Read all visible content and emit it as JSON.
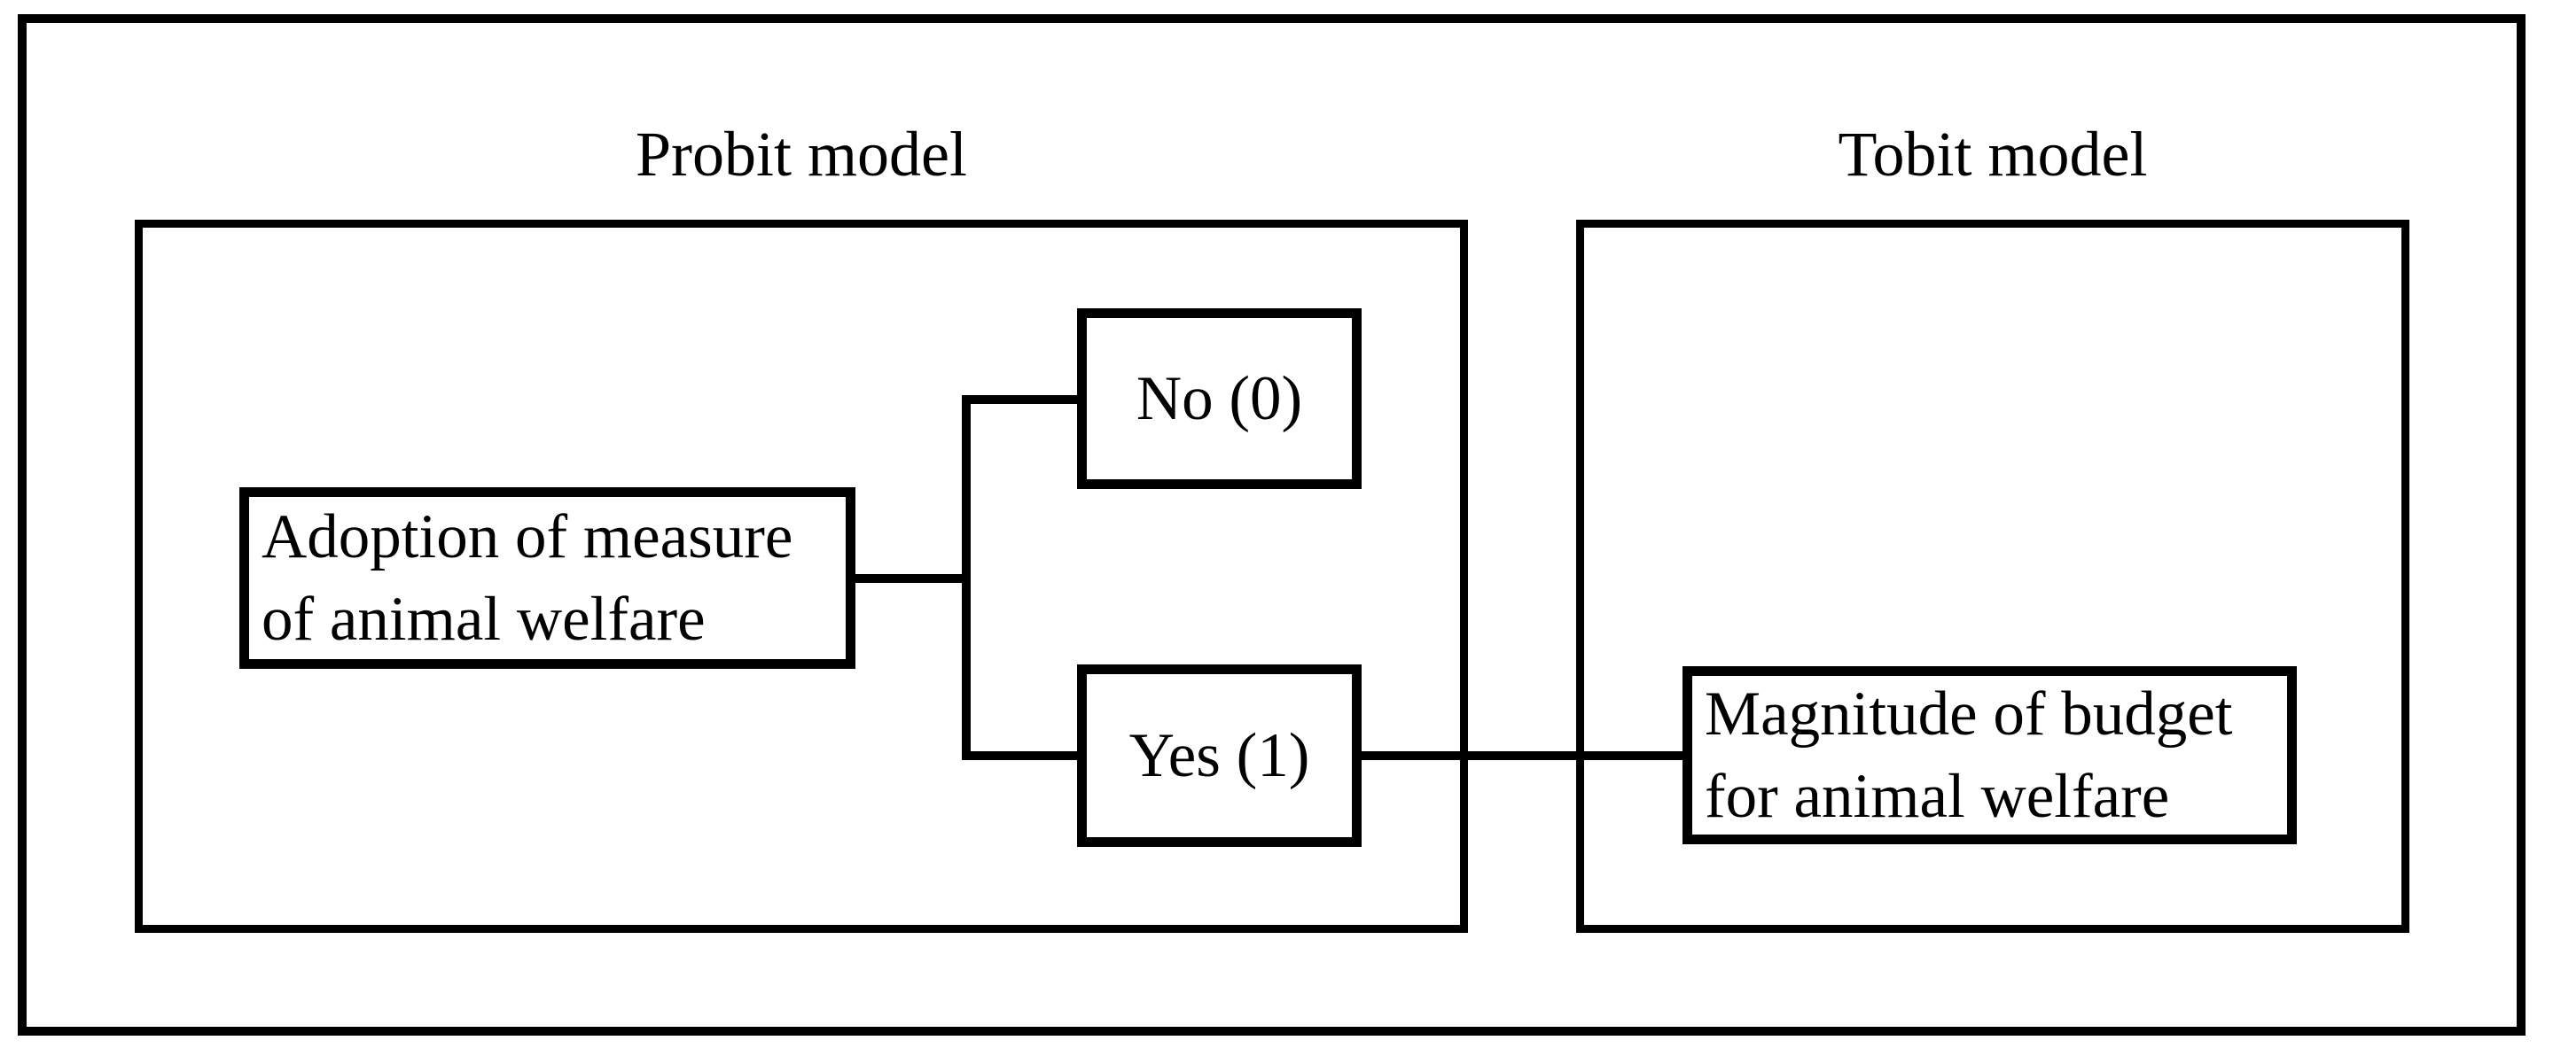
{
  "figure": {
    "background_color": "#ffffff",
    "stroke_color": "#000000",
    "sections": {
      "probit": {
        "title": "Probit model"
      },
      "tobit": {
        "title": "Tobit model"
      }
    },
    "nodes": {
      "adoption": {
        "lines": [
          "Adoption of measure",
          "of animal welfare"
        ]
      },
      "no": {
        "label": "No (0)"
      },
      "yes": {
        "label": "Yes (1)"
      },
      "magnitude": {
        "lines": [
          "Magnitude of budget",
          "for animal welfare"
        ]
      }
    }
  }
}
